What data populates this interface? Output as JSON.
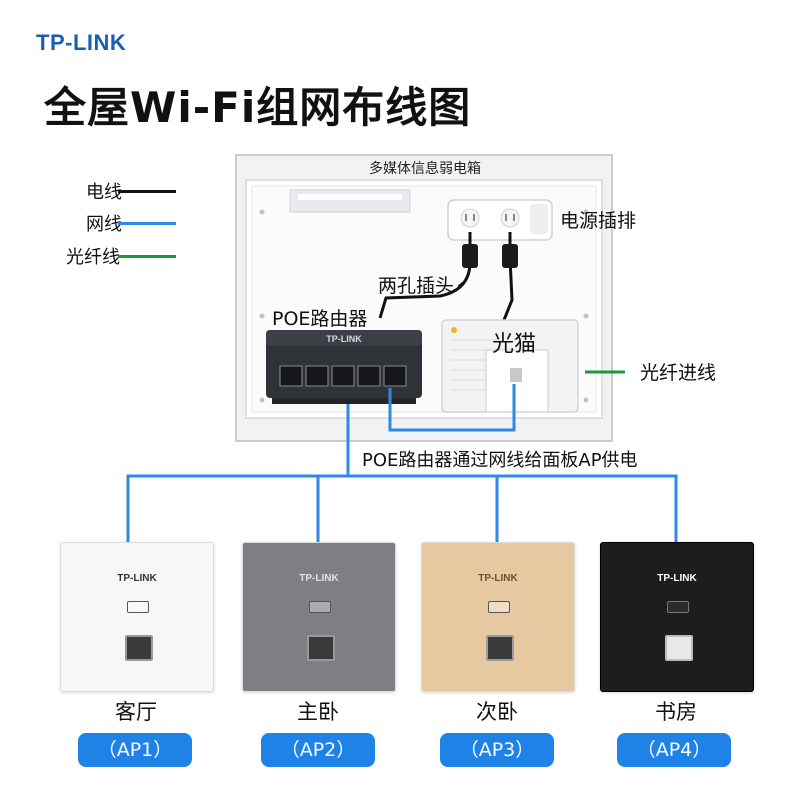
{
  "header": {
    "brand": "TP-LINK",
    "brand_color": "#1a5fb4",
    "title": "全屋Wi-Fi组网布线图"
  },
  "legend": [
    {
      "label": "电线",
      "color": "#111111"
    },
    {
      "label": "网线",
      "color": "#2d8ae6"
    },
    {
      "label": "光纤线",
      "color": "#1a9a3a"
    }
  ],
  "cabinet": {
    "label": "多媒体信息弱电箱",
    "power_strip_label": "电源插排",
    "plug_label": "两孔插头",
    "router_label": "POE路由器",
    "router_brand": "TP-LINK",
    "modem_label": "光猫",
    "fiber_in_label": "光纤进线"
  },
  "network_note": "POE路由器通过网线给面板AP供电",
  "aps": [
    {
      "room": "客厅",
      "ap": "（AP1）",
      "brand": "TP-LINK",
      "panel_color": "#f7f7f7",
      "brand_color": "#333333"
    },
    {
      "room": "主卧",
      "ap": "（AP2）",
      "brand": "TP-LINK",
      "panel_color": "#7e7f82",
      "brand_color": "#e0e0e0"
    },
    {
      "room": "次卧",
      "ap": "（AP3）",
      "brand": "TP-LINK",
      "panel_color": "#e6c9a1",
      "brand_color": "#6a5030"
    },
    {
      "room": "书房",
      "ap": "（AP4）",
      "brand": "TP-LINK",
      "panel_color": "#1d1d1f",
      "brand_color": "#ffffff"
    }
  ]
}
